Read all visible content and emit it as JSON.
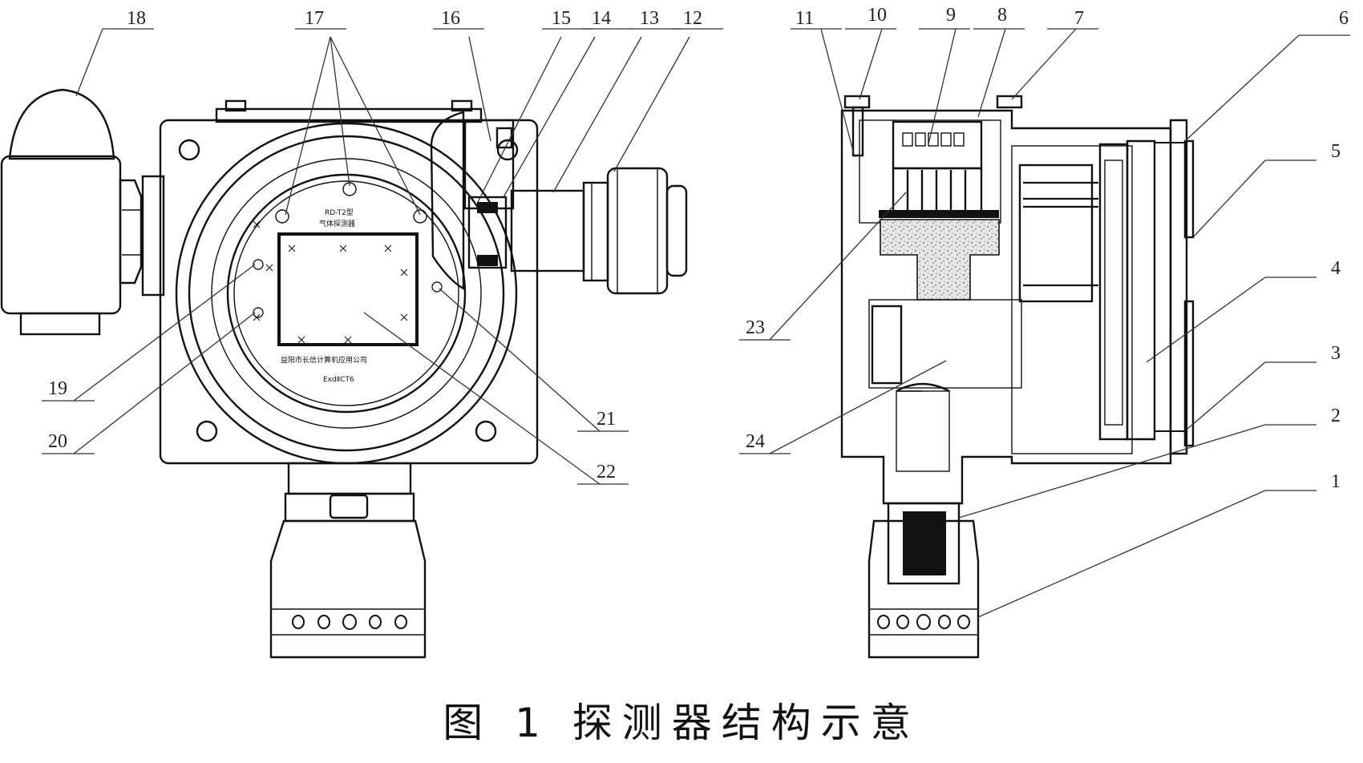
{
  "figure": {
    "caption": "图 1 探测器结构示意",
    "plate": {
      "model": "RD-T2型",
      "name": "气体探测器",
      "maker": "益阳市长信计算机应用公司",
      "exmark": "ExdⅡCT6"
    },
    "callouts": [
      "1",
      "2",
      "3",
      "4",
      "5",
      "6",
      "7",
      "8",
      "9",
      "10",
      "11",
      "12",
      "13",
      "14",
      "15",
      "16",
      "17",
      "18",
      "19",
      "20",
      "21",
      "22",
      "23",
      "24"
    ]
  }
}
